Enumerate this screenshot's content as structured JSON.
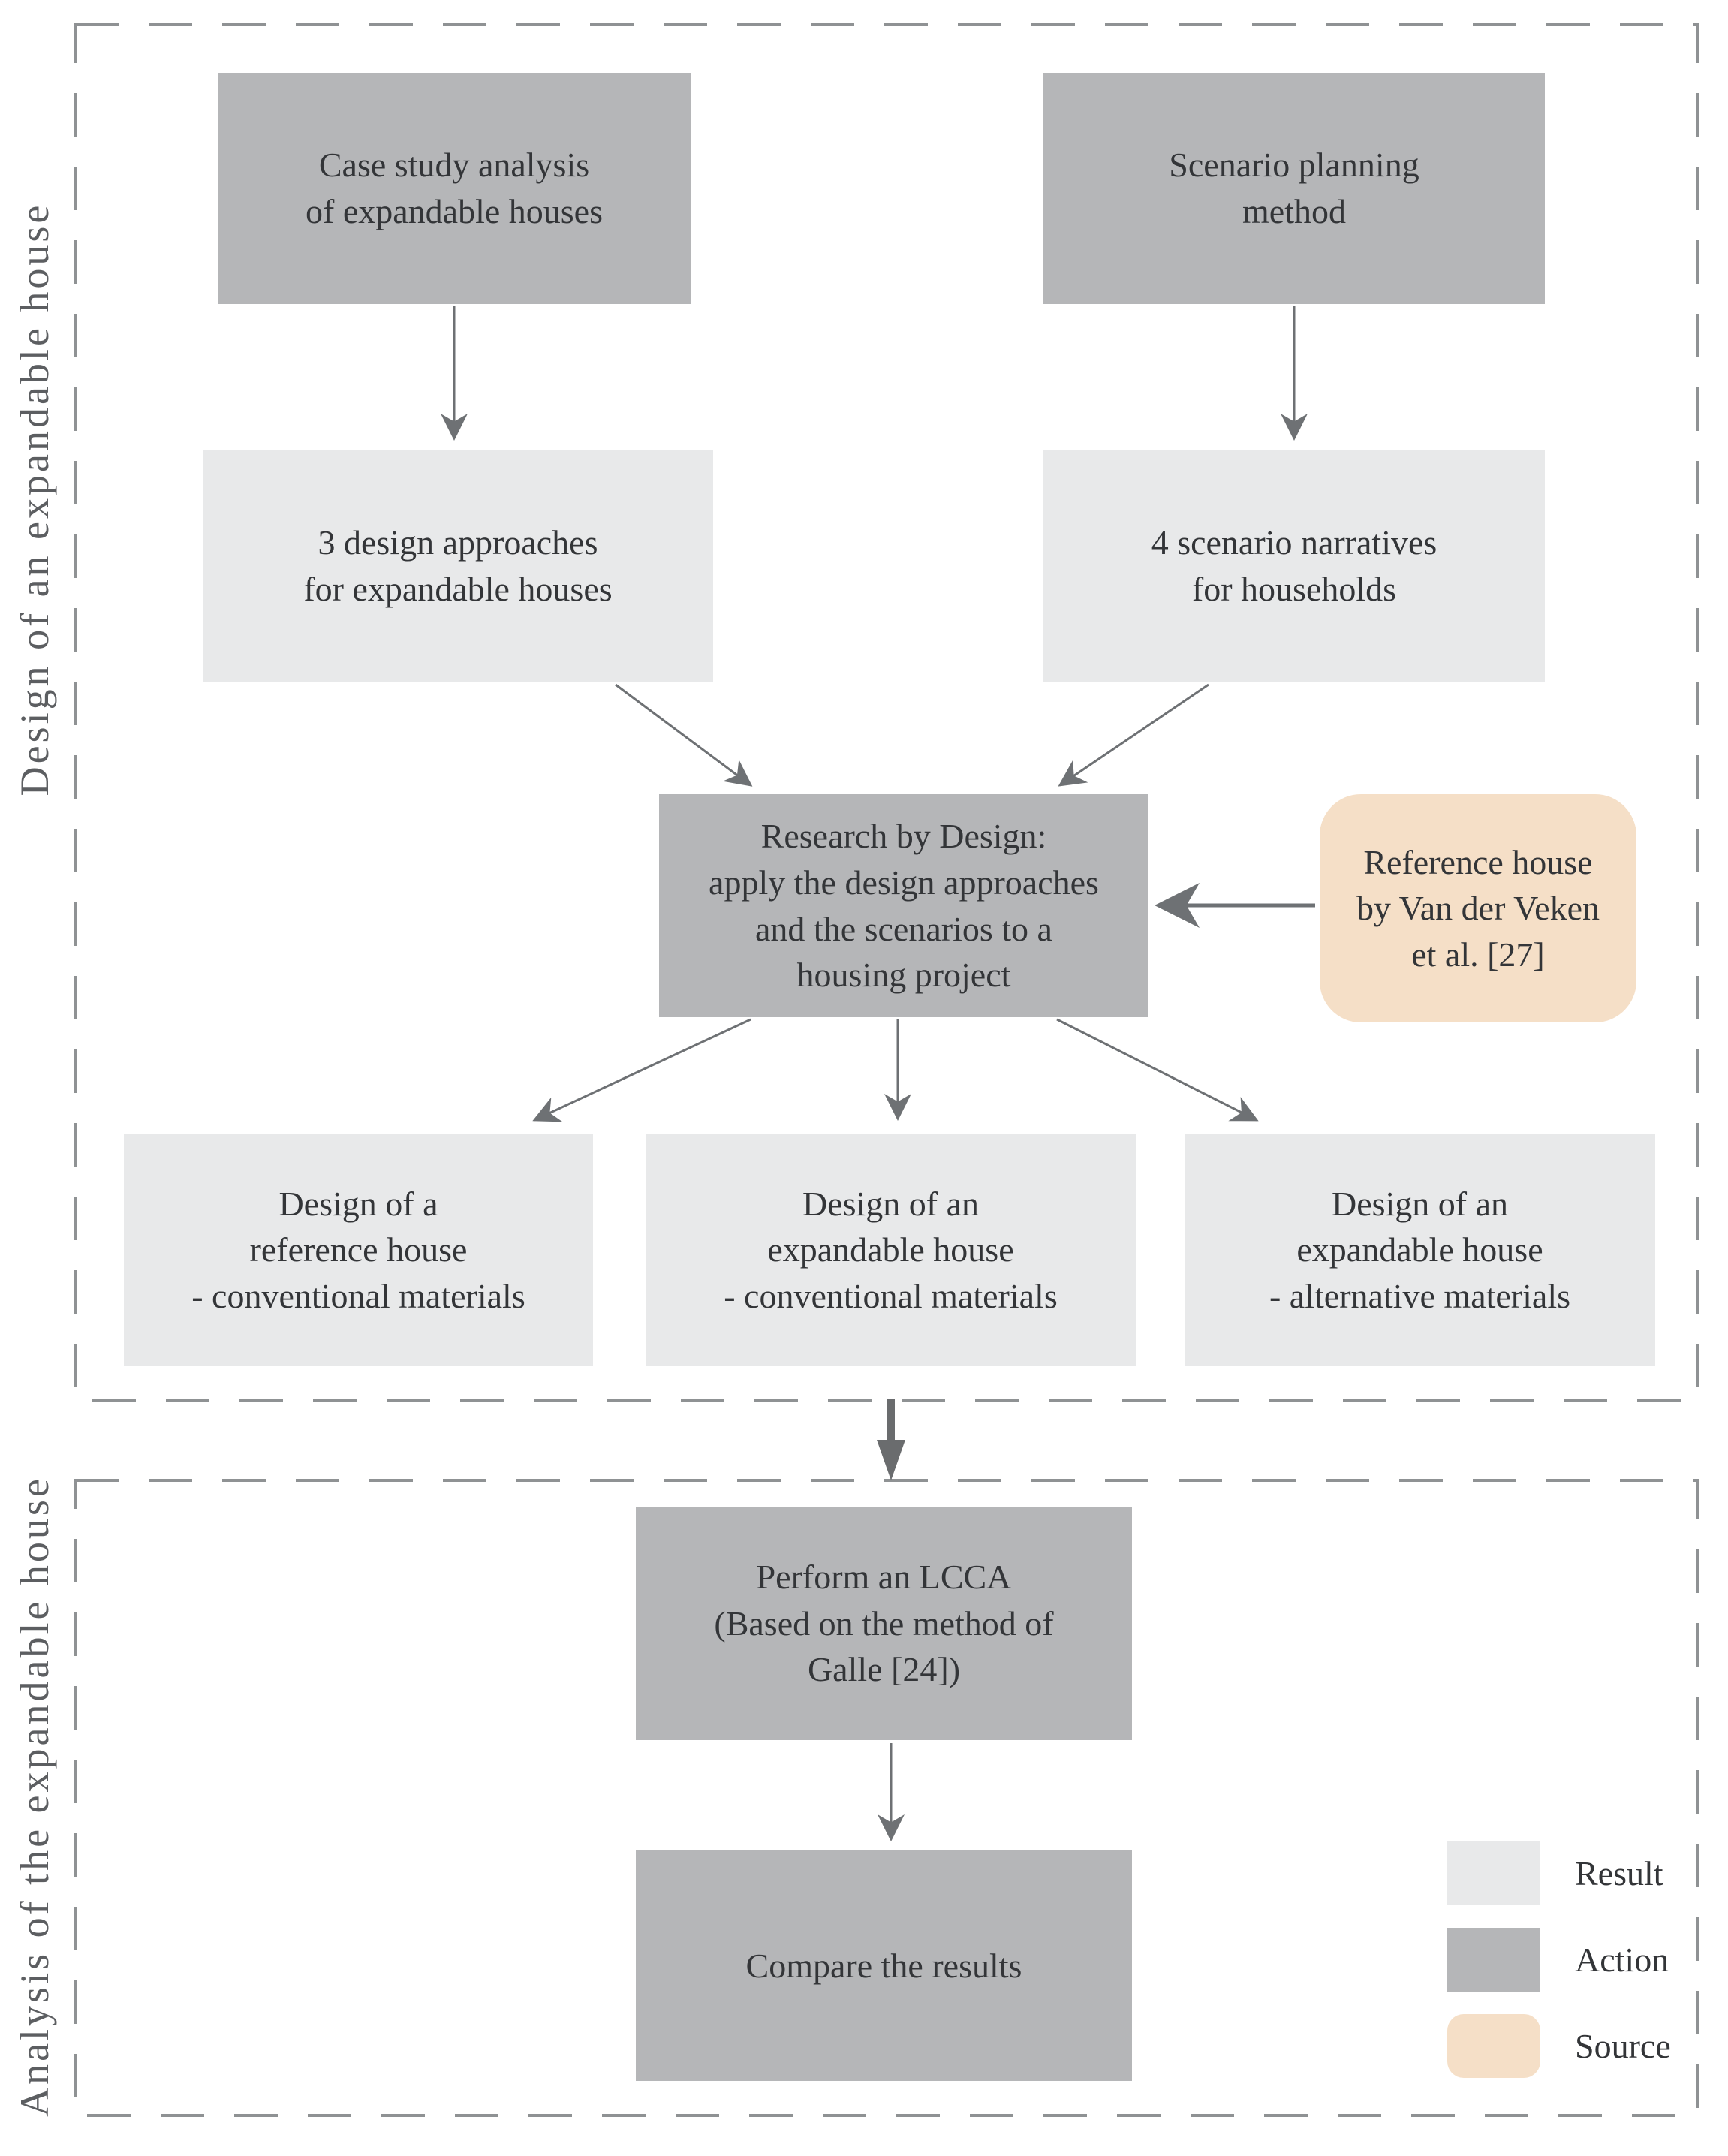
{
  "figure": {
    "sections": [
      {
        "id": "design-section",
        "label": "Design of an expandable house"
      },
      {
        "id": "analysis-section",
        "label": "Analysis of the expandable house"
      }
    ],
    "nodes": [
      {
        "id": "case-study",
        "type": "action",
        "text": "Case study analysis\nof expandable houses"
      },
      {
        "id": "scenario-planning",
        "type": "action",
        "text": "Scenario planning\nmethod"
      },
      {
        "id": "design-approaches",
        "type": "result",
        "text": "3 design approaches\nfor expandable houses"
      },
      {
        "id": "scenario-narratives",
        "type": "result",
        "text": "4 scenario narratives\nfor households"
      },
      {
        "id": "research-by-design",
        "type": "action",
        "text": "Research by Design:\napply the design approaches\nand the scenarios to a\nhousing project"
      },
      {
        "id": "reference-house-source",
        "type": "source",
        "text": "Reference house\nby Van der Veken\net al. [27]"
      },
      {
        "id": "design-reference-house",
        "type": "result",
        "text": "Design of a\nreference house\n- conventional materials"
      },
      {
        "id": "design-expandable-conventional",
        "type": "result",
        "text": "Design of an\nexpandable house\n- conventional materials"
      },
      {
        "id": "design-expandable-alternative",
        "type": "result",
        "text": "Design of an\nexpandable house\n- alternative materials"
      },
      {
        "id": "perform-lcca",
        "type": "action",
        "text": "Perform an LCCA\n(Based on the method of\nGalle [24])"
      },
      {
        "id": "compare-results",
        "type": "action",
        "text": "Compare the results"
      }
    ],
    "legend": [
      {
        "type": "result",
        "label": "Result"
      },
      {
        "type": "action",
        "label": "Action"
      },
      {
        "type": "source",
        "label": "Source"
      }
    ],
    "colors": {
      "action": "#b5b6b8",
      "result": "#e8e9ea",
      "source": "#f5dfc7",
      "arrow": "#6e7174",
      "dashed_border": "#8f9294",
      "text": "#333538"
    }
  }
}
